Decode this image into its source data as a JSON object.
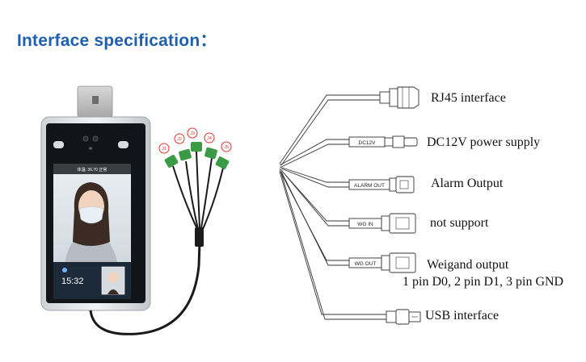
{
  "header": {
    "title": "Interface specification："
  },
  "device": {
    "screen_status": "体温: 36.70 正常",
    "clock": "15:32"
  },
  "connectors": [
    {
      "id": "rj45",
      "tag": "",
      "label": "RJ45 interface"
    },
    {
      "id": "dc12v",
      "tag": "DC12V",
      "label": "DC12V power supply"
    },
    {
      "id": "alarm",
      "tag": "ALARM OUT",
      "label": "Alarm Output"
    },
    {
      "id": "wgin",
      "tag": "WG IN",
      "label": "not support"
    },
    {
      "id": "wgout",
      "tag": "WG OUT",
      "label": "Weigand output",
      "sublabel": "1 pin D0, 2 pin D1, 3 pin GND"
    },
    {
      "id": "usb",
      "tag": "",
      "label": "USB interface"
    }
  ],
  "cable_tags": [
    "J1",
    "J2",
    "J3",
    "J4",
    "J5"
  ],
  "colors": {
    "title": "#1f5fae",
    "cable_tag": "#e0342f",
    "connector_green": "#3a9a45"
  }
}
